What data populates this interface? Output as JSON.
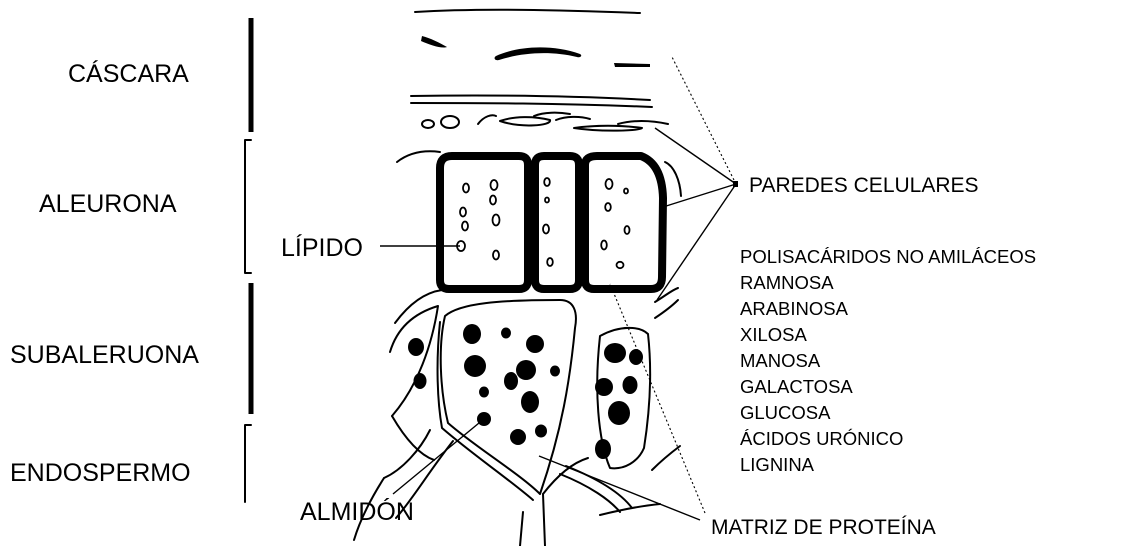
{
  "layer_labels": {
    "cascara": "CÁSCARA",
    "aleurona": "ALEURONA",
    "subaleurona": "SUBALERUONA",
    "endospermo": "ENDOSPERMO"
  },
  "component_labels": {
    "lipido": "LÍPIDO",
    "almidon": "ALMIDÓN",
    "paredes": "PAREDES CELULARES",
    "matriz": "MATRIZ DE PROTEÍNA"
  },
  "polysaccharides": {
    "items": [
      "POLISACÁRIDOS NO AMILÁCEOS",
      "RAMNOSA",
      "ARABINOSA",
      "XILOSA",
      "MANOSA",
      "GALACTOSA",
      "GLUCOSA",
      "ÁCIDOS URÓNICO",
      "LIGNINA"
    ]
  }
}
